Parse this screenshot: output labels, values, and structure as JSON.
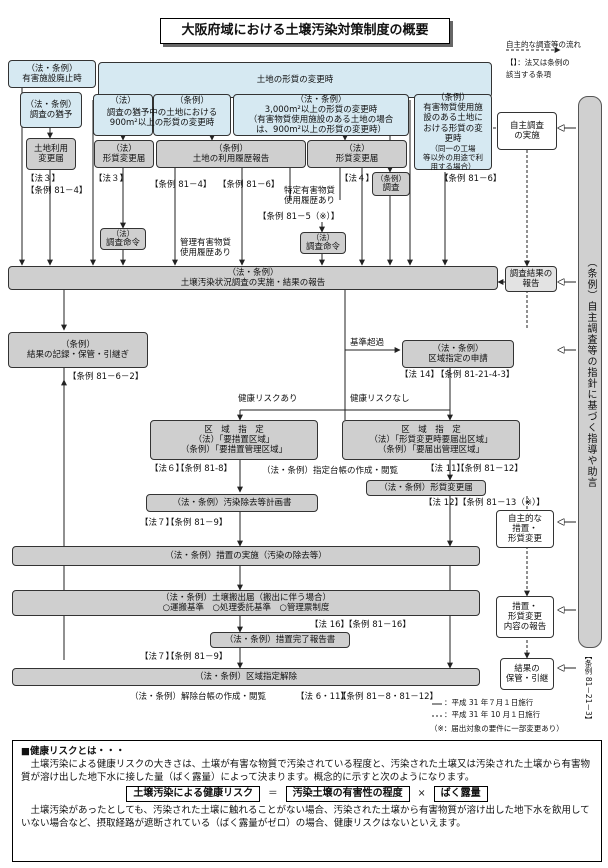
{
  "title": "大阪府域における土壌汚染対策制度の概要",
  "legend": {
    "dashed_arrow": "自主的な調査等の流れ",
    "bracket_note_1": "【】：法又は条例の",
    "bracket_note_2": "該当する条項"
  },
  "top_row": {
    "abolition_tag": "（法・条例）",
    "abolition": "有害施設廃止時",
    "land_change": "土地の形質の変更時"
  },
  "boxes": {
    "b1_tag": "（法・条例）",
    "b1_text": "調査の猶予",
    "b2_tag": "（法）",
    "b2_text_1": "調査の猶予中の土地における",
    "b2_text_2": "900m²以上の形質の変更時",
    "b3_tag": "（条例）",
    "b4_tag": "（法・条例）",
    "b4_text_1": "3,000m²以上の形質の変更時",
    "b4_text_2": "（有害物質使用施設のある土地の場合",
    "b4_text_3": "は、900m²以上の形質の変更時）",
    "b5_tag": "（条例）",
    "b5_text_1": "有害物質使用施",
    "b5_text_2": "設のある土地に",
    "b5_text_3": "おける形質の変",
    "b5_text_4": "更時",
    "b5_text_5": "（同一の工場",
    "b5_text_6": "等以外の用途で利",
    "b5_text_7": "用する場合）",
    "land_use_1": "土地利用",
    "land_use_2": "変更届",
    "form_change_tag": "（法）",
    "form_change": "形質変更届",
    "history_tag": "（条例）",
    "history": "土地の利用履歴報告",
    "form_change2_tag": "（法）",
    "form_change2": "形質変更届",
    "survey_small_tag": "（条例）",
    "survey_small": "調査",
    "order1_tag": "（法）",
    "order1": "調査命令",
    "order2_tag": "（法）",
    "order2": "調査命令",
    "voluntary_survey_1": "自主調査",
    "voluntary_survey_2": "の実施",
    "survey_report_tag": "（法・条例）",
    "survey_report": "土壌汚染状況調査の実施・結果の報告",
    "survey_result_1": "調査結果の",
    "survey_result_2": "報告",
    "record_tag": "（条例）",
    "record": "結果の記録・保管・引継ぎ",
    "apply_tag": "（法・条例）",
    "apply": "区域指定の申請",
    "zone1_title": "区　域　指　定",
    "zone1_l1": "（法）「要措置区域」",
    "zone1_l2": "（条例）「要措置管理区域」",
    "zone2_title": "区　域　指　定",
    "zone2_l1": "（法）「形質変更時要届出区域」",
    "zone2_l2": "（条例）「要届出管理区域」",
    "removal_plan": "（法・条例）汚染除去等計画書",
    "form_notice": "（法・条例）形質変更届",
    "voluntary_measure_1": "自主的な",
    "voluntary_measure_2": "措置・",
    "voluntary_measure_3": "形質変更",
    "implementation": "（法・条例）措置の実施（汚染の除去等）",
    "export_1": "（法・条例）土壌搬出届（搬出に伴う場合）",
    "export_2": "○運搬基準　○処理委託基準　○管理票制度",
    "measure_report_1": "措置・",
    "measure_report_2": "形質変更",
    "measure_report_3": "内容の報告",
    "completion": "（法・条例）措置完了報告書",
    "result_keep_1": "結果の",
    "result_keep_2": "保管・引継",
    "release": "（法・条例）区域指定解除"
  },
  "labels": {
    "ref_law3": "【法３】",
    "ref_ord81_4a": "【条例 81－4】",
    "ref_law3b": "【法３】",
    "ref_ord81_4b": "【条例 81－4】",
    "ref_ord81_6a": "【条例 81－6】",
    "ref_law4": "【法４】",
    "ref_ord81_6b": "【条例 81－6】",
    "specific_1": "特定有害物質",
    "specific_2": "使用履歴あり",
    "ref_ord81_5": "【条例 81－5（※）】",
    "managed_1": "管理有害物質",
    "managed_2": "使用履歴あり",
    "exceed": "基準超過",
    "ref_ord81_6_2": "【条例 81－6－2】",
    "ref_law14": "【法 14】",
    "ref_ord81_21": "【条例 81-21-4-3】",
    "risk_yes": "健康リスクあり",
    "risk_no": "健康リスクなし",
    "ref_law6": "【法６】",
    "ref_ord81_8": "【条例 81-8】",
    "ledger": "（法・条例）指定台帳の作成・閲覧",
    "ref_law11": "【法 11】",
    "ref_ord81_12": "【条例 81－12】",
    "ref_law12": "【法 12】",
    "ref_ord81_13": "【条例 81－13（※）】",
    "ref_law7": "【法７】",
    "ref_ord81_9": "【条例 81－9】",
    "ref_law16": "【法 16】",
    "ref_ord81_16": "【条例 81－16】",
    "ref_law7b": "【法７】",
    "ref_ord81_9b": "【条例 81－9】",
    "release_ledger": "（法・条例）解除台帳の作成・閲覧",
    "ref_law6_11": "【法 6・11】",
    "ref_ord81_8_12": "【条例 81－8・81－12】",
    "note_date1": "：平成 31 年７月１日施行",
    "note_date2": "：平成 31 年 10 月１日施行",
    "note_star": "（※：届出対象の要件に一部変更あり）",
    "ref_ord81_21_3": "【条例 81－21－3】"
  },
  "side_bar": "（条例）自主調査等の指針に基づく指導や助言",
  "health": {
    "heading": "■健康リスクとは・・・",
    "para1": "土壌汚染による健康リスクの大きさは、土壌が有害な物質で汚染されている程度と、汚染された土壌又は汚染された土壌から有害物質が溶け出した地下水に接した量（ばく露量）によって決まります。概念的に示すと次のようになります。",
    "f1": "土壌汚染による健康リスク",
    "eq": "＝",
    "f2": "汚染土壌の有害性の程度",
    "times": "×",
    "f3": "ばく露量",
    "para2": "土壌汚染があったとしても、汚染された土壌に触れることがない場合、汚染された土壌から有害物質が溶け出した地下水を飲用していない場合など、摂取経路が遮断されている（ばく露量がゼロ）の場合、健康リスクはないといえます。"
  }
}
